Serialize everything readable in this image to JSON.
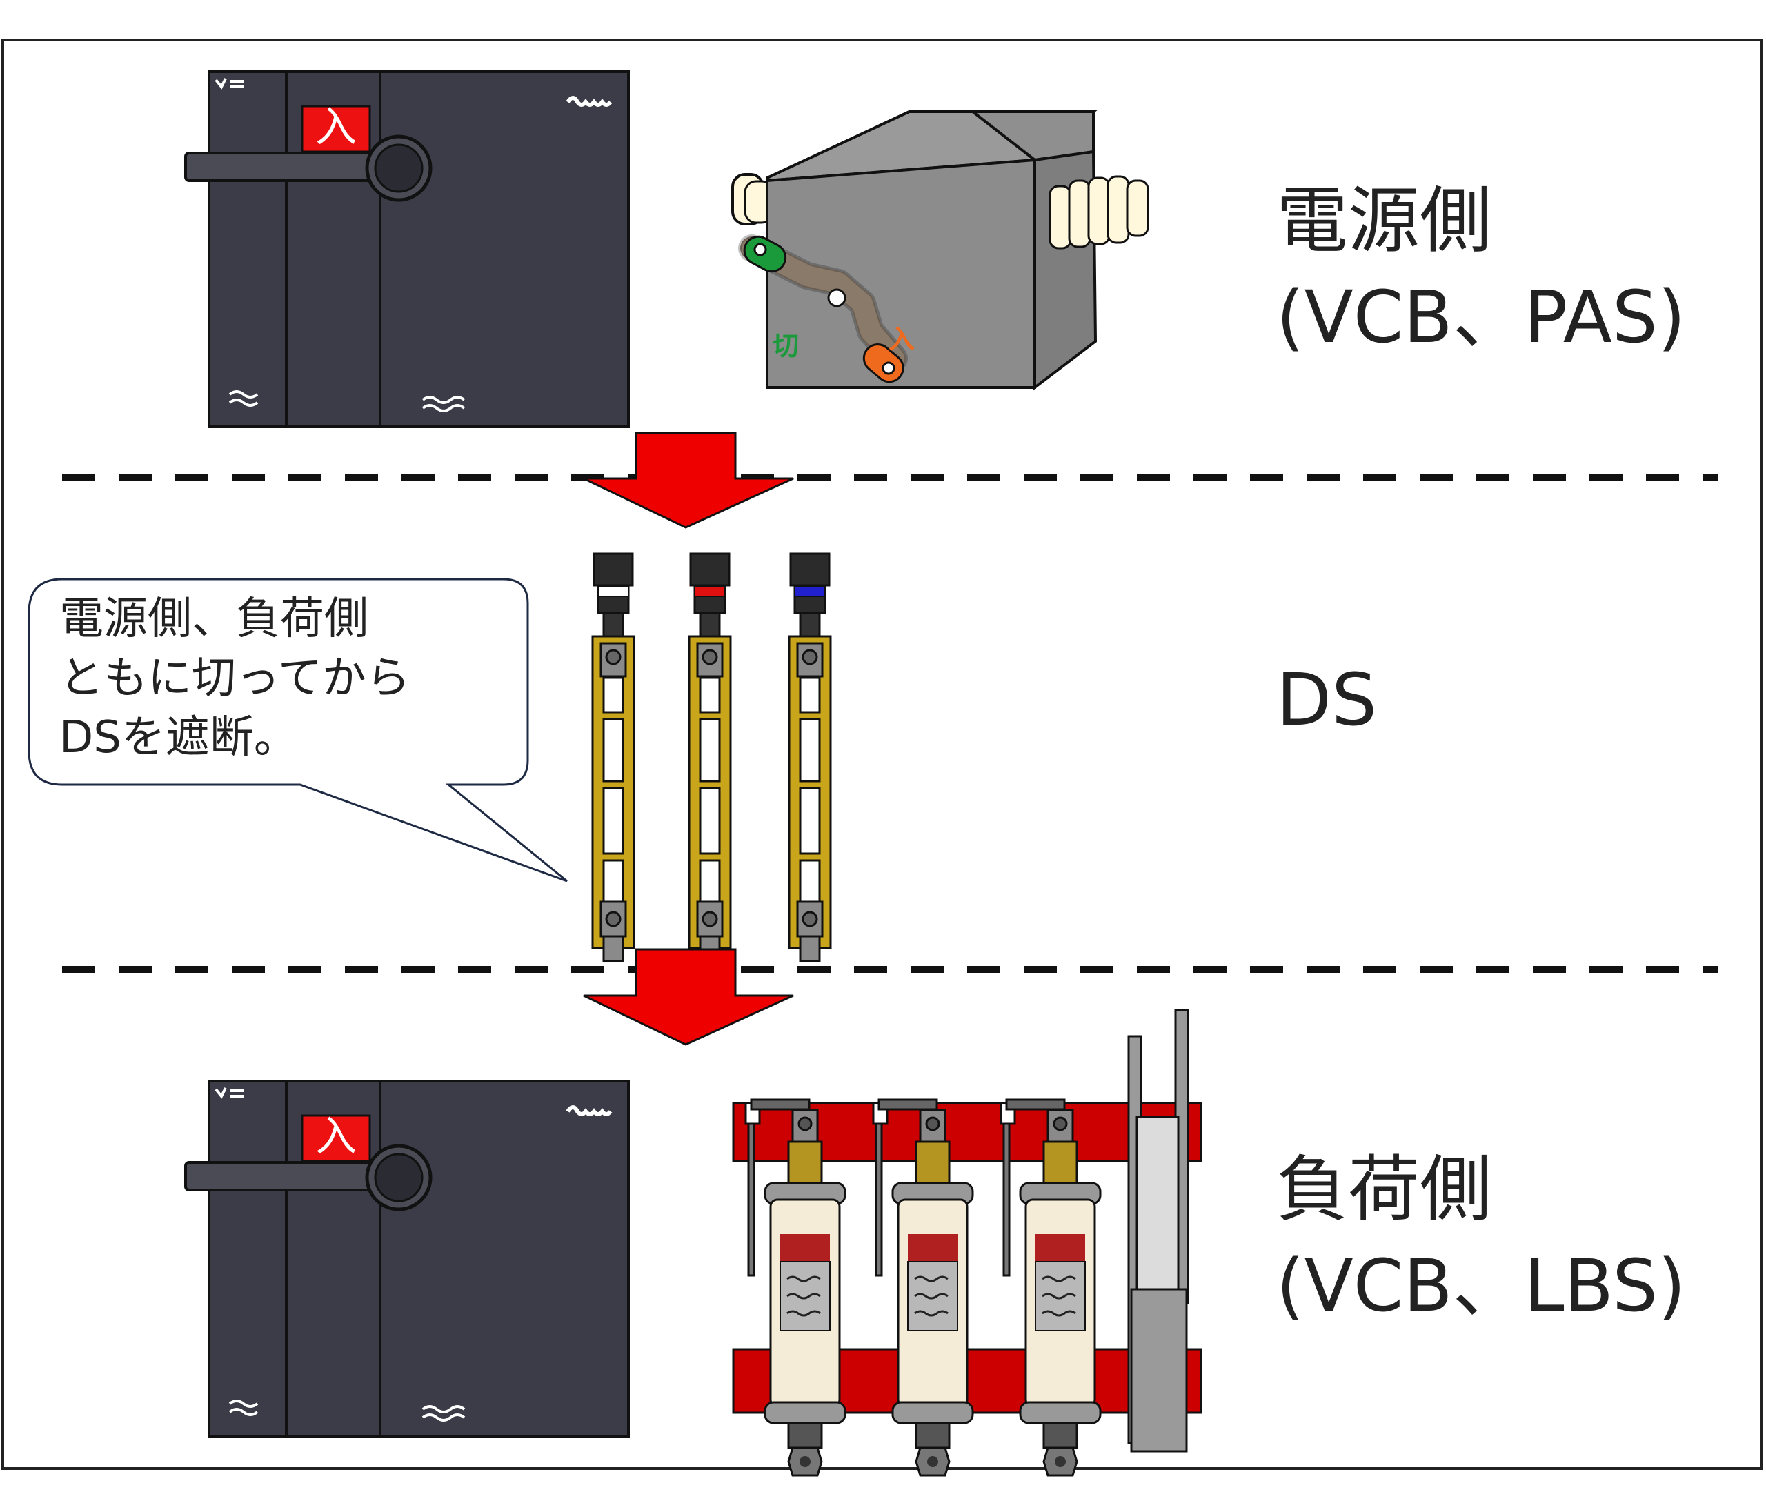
{
  "labels": {
    "source_side": {
      "line1": "電源側",
      "line2": "(VCB、PAS)"
    },
    "ds": "DS",
    "load_side": {
      "line1": "負荷側",
      "line2": "(VCB、LBS)"
    }
  },
  "callout": {
    "lines": [
      "電源側、負荷側",
      "ともに切ってから",
      "DSを遮断。"
    ]
  },
  "panel_marks": {
    "on_badge": "入",
    "pas_off": "切",
    "pas_on": "入"
  },
  "colors": {
    "arrow": "#ee0000",
    "panel": "#3b3c48",
    "ds_frame": "#c9a51c",
    "lbs_bar": "#cc0000",
    "pas_body": "#8c8c8c",
    "ds_marks": [
      "#ffffff",
      "#e01010",
      "#2020cc"
    ]
  }
}
